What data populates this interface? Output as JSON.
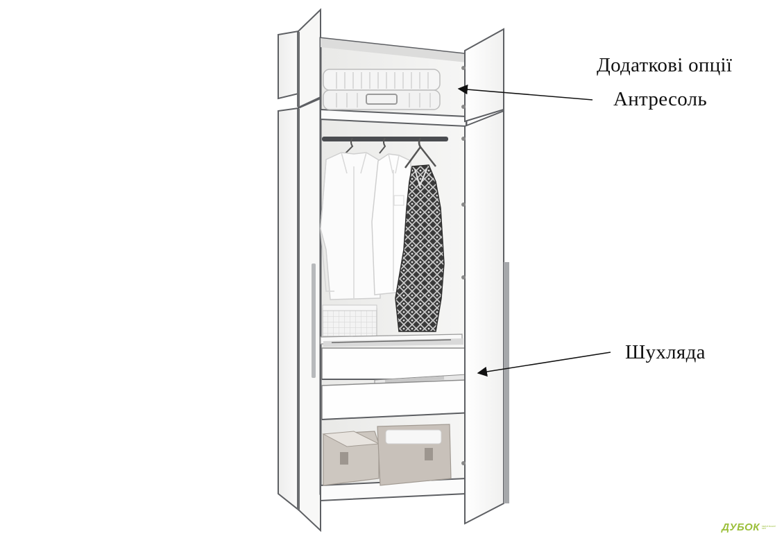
{
  "annotations": {
    "options": "Додаткові опції",
    "mezzanine": "Антресоль",
    "drawer": "Шухляда"
  },
  "watermark": {
    "word": "ДУБОК",
    "tagline": "МЕБЛІ ВАШОЇ МРІЇ"
  },
  "colors": {
    "panel": "#f4f4f3",
    "edge": "#5d5f63",
    "arrow": "#111111",
    "brand": "#9bbf3a"
  }
}
